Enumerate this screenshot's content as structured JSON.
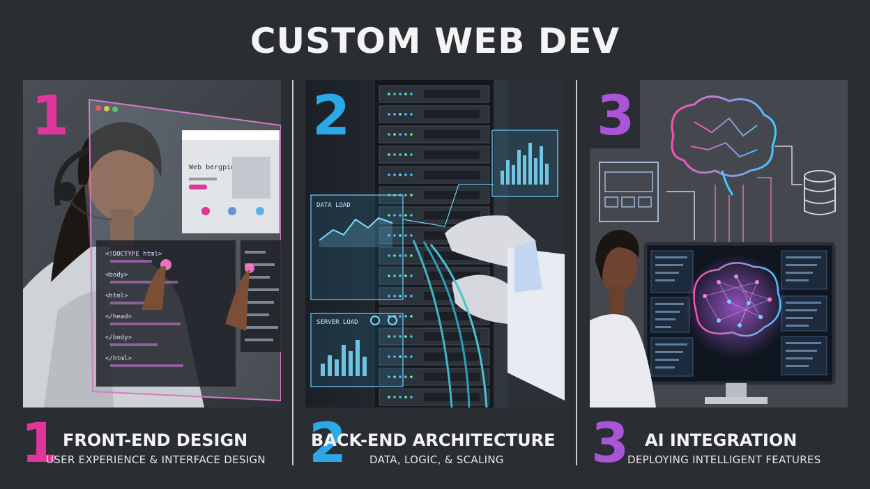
{
  "title": "CUSTOM WEB DEV",
  "colors": {
    "background": "#2a2d31",
    "magenta": "#e0359a",
    "cyan": "#2aa9e6",
    "violet": "#a855d6"
  },
  "panels": [
    {
      "number": "1",
      "title": "FRONT-END DESIGN",
      "subtitle": "USER EXPERIENCE & INTERFACE DESIGN",
      "screen_heading": "Web bergpiner",
      "code_lines": [
        "<!DOCTYPE html>",
        "<body>",
        "<html>",
        "</head>",
        "</body>",
        "</html>"
      ]
    },
    {
      "number": "2",
      "title": "BACK-END ARCHITECTURE",
      "subtitle": "DATA, LOGIC, & SCALING",
      "chart_labels": [
        "DATA LOAD",
        "SERVER LOAD"
      ]
    },
    {
      "number": "3",
      "title": "AI INTEGRATION",
      "subtitle": "DEPLOYING INTELLIGENT FEATURES"
    }
  ]
}
